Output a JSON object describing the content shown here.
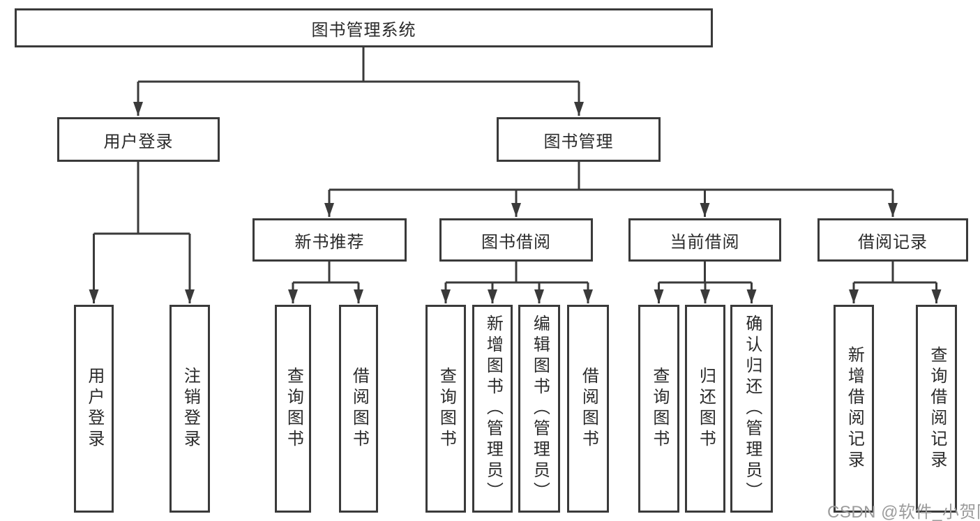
{
  "tree": {
    "label": "图书管理系统",
    "children": [
      {
        "label": "用户登录",
        "children": [
          {
            "label": "用户登录"
          },
          {
            "label": "注销登录"
          }
        ]
      },
      {
        "label": "图书管理",
        "children": [
          {
            "label": "新书推荐",
            "children": [
              {
                "label": "查询图书"
              },
              {
                "label": "借阅图书"
              }
            ]
          },
          {
            "label": "图书借阅",
            "children": [
              {
                "label": "查询图书"
              },
              {
                "label": "新增图书（管理员）"
              },
              {
                "label": "编辑图书（管理员）"
              },
              {
                "label": "借阅图书"
              }
            ]
          },
          {
            "label": "当前借阅",
            "children": [
              {
                "label": "查询图书"
              },
              {
                "label": "归还图书"
              },
              {
                "label": "确认归还（管理员）"
              }
            ]
          },
          {
            "label": "借阅记录",
            "children": [
              {
                "label": "新增借阅记录"
              },
              {
                "label": "查询借阅记录"
              }
            ]
          }
        ]
      }
    ]
  },
  "watermark": {
    "text": "CSDN @软件_小贺同学"
  },
  "colors": {
    "line": "#3a3a3a",
    "text": "#2a2a2a",
    "watermark": "#9b9b9b",
    "background": "#ffffff"
  }
}
